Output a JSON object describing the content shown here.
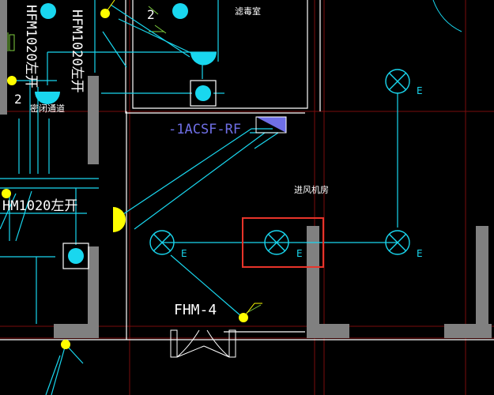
{
  "labels": {
    "room_top": "滤毒室",
    "room_left": "密闭通道",
    "room_main": "进风机房",
    "fan_tag": "-1ACSF-RF",
    "door_fhm4": "FHM-4",
    "door_left": "HM1020左开",
    "door_v1": "HFM1020左开",
    "door_v2": "HFM1020左开",
    "num_2a": "2",
    "num_2b": "2"
  },
  "fixture_tags": {
    "e1": "E",
    "e2": "E",
    "e3": "E",
    "e4": "E"
  },
  "colors": {
    "background": "#000000",
    "wire": "#19d7ef",
    "wall": "#808080",
    "grid_red": "#7a0d0d",
    "switch_yellow": "#ffff00",
    "highlight": "#e8342a",
    "door_green": "#7fcf3f",
    "fan_blue": "#6f6fe6"
  }
}
